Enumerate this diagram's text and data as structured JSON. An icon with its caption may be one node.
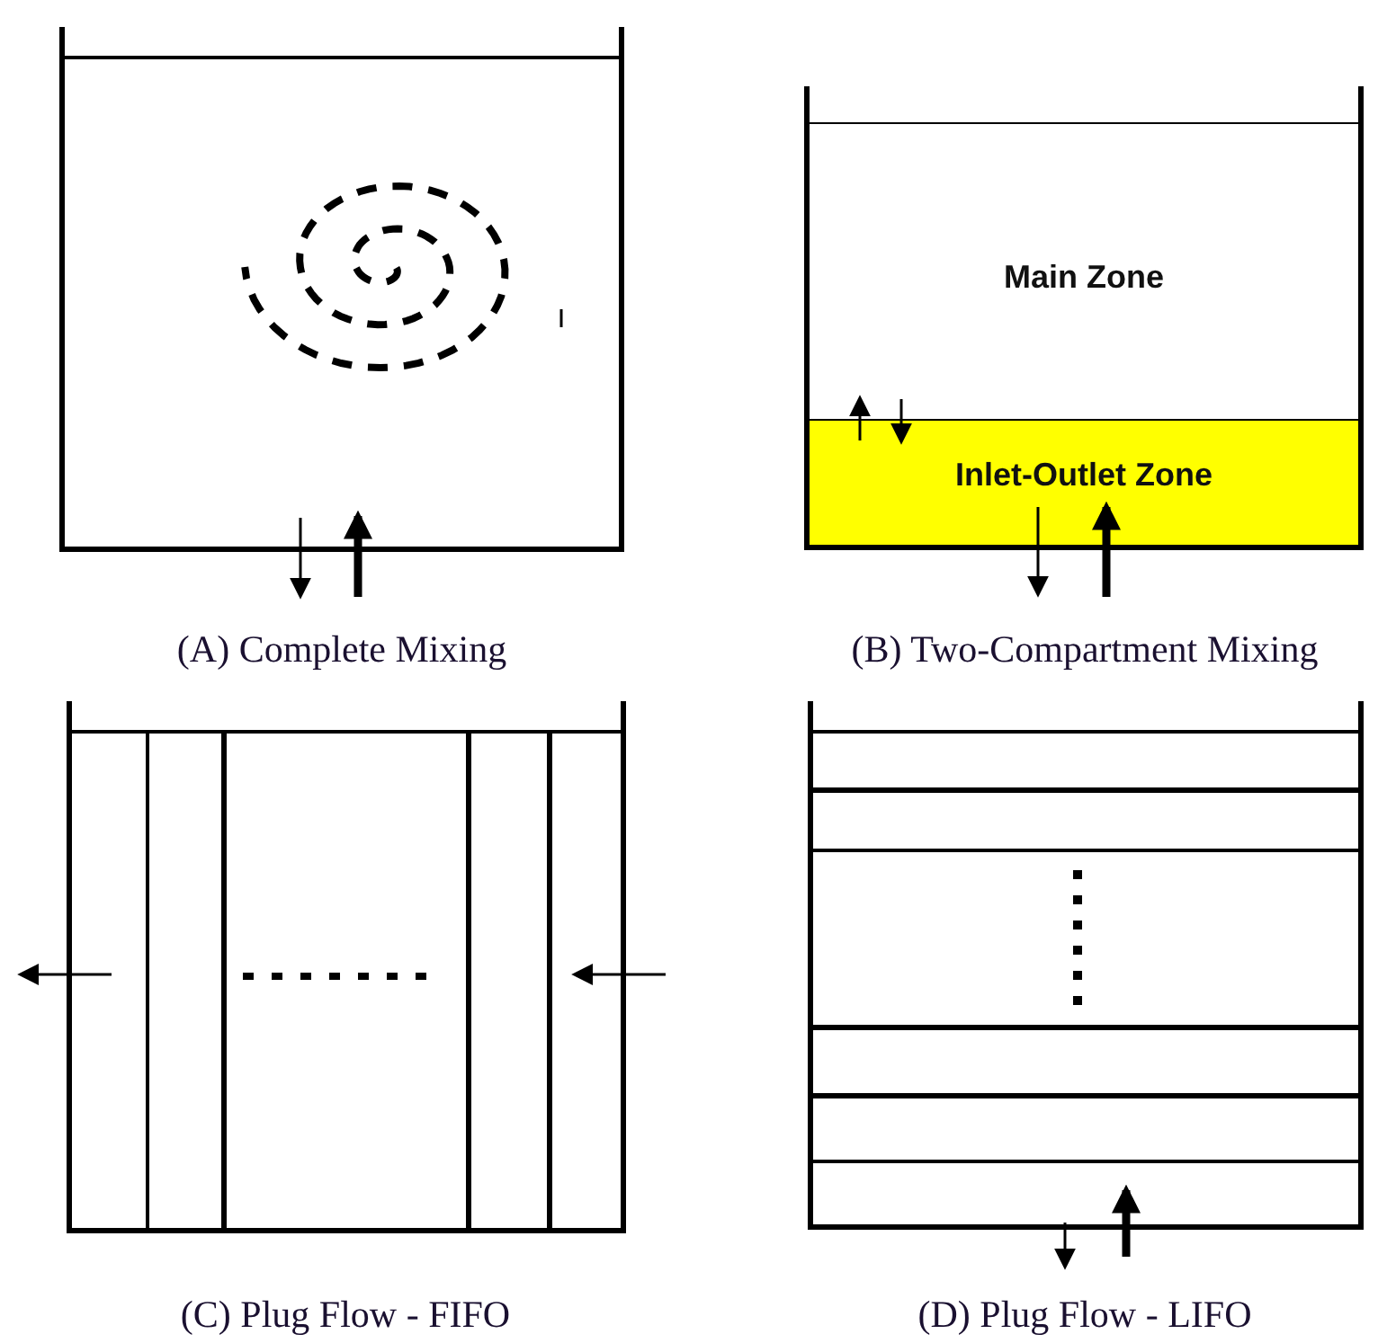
{
  "diagram": {
    "nodes": [
      {
        "text": [],
        "shape": "tank"
      },
      {
        "text": [],
        "shape": "tank"
      },
      {
        "text": [
          "Main Zone"
        ],
        "in": 1
      },
      {
        "text": [
          "Inlet-Outlet Zone"
        ],
        "in": 1
      },
      {
        "text": [],
        "shape": "tank"
      },
      {
        "text": [],
        "shape": "tank"
      }
    ],
    "edges": [
      {
        "from": 0,
        "to": null,
        "arrow": "to"
      },
      {
        "from": null,
        "to": 0,
        "arrow": "to",
        "style": "thick"
      },
      {
        "from": 3,
        "to": 2,
        "arrow": "to"
      },
      {
        "from": 2,
        "to": 3,
        "arrow": "to"
      },
      {
        "from": 3,
        "to": null,
        "arrow": "to"
      },
      {
        "from": null,
        "to": 3,
        "arrow": "to",
        "style": "thick"
      },
      {
        "from": 4,
        "to": null,
        "arrow": "to"
      },
      {
        "from": null,
        "to": 4,
        "arrow": "to"
      },
      {
        "from": 5,
        "to": null,
        "arrow": "to"
      },
      {
        "from": null,
        "to": 5,
        "arrow": "to",
        "style": "thick"
      }
    ],
    "labels": [
      "(A) Complete Mixing",
      "(B) Two-Compartment Mixing",
      "(C) Plug Flow - FIFO",
      "(D) Plug Flow - LIFO"
    ]
  }
}
